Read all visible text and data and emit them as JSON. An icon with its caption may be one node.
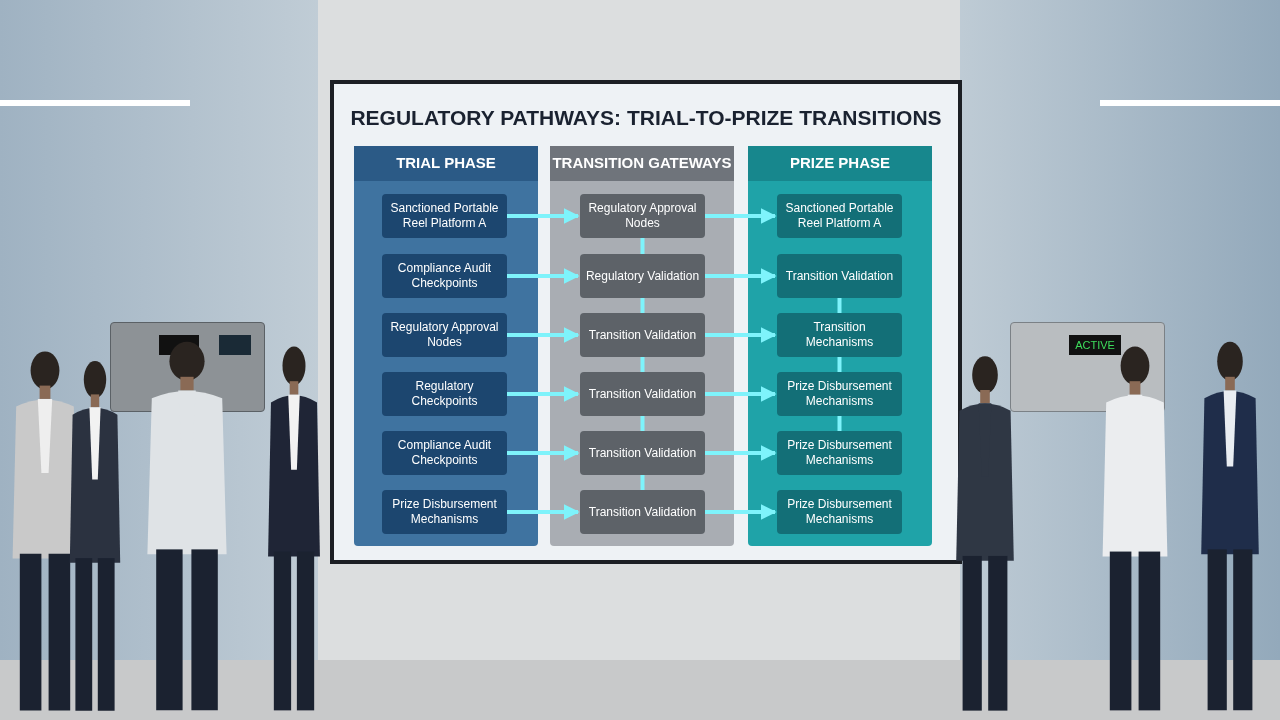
{
  "diagram": {
    "title": "REGULATORY PATHWAYS: TRIAL-TO-PRIZE TRANSITIONS",
    "nodes": [
      {
        "text": [
          "TRIAL PHASE"
        ]
      },
      {
        "text": [
          "Sanctioned Portable Reel Platform A"
        ],
        "in": 0
      },
      {
        "text": [
          "Compliance Audit Checkpoints"
        ],
        "in": 0
      },
      {
        "text": [
          "Regulatory Approval Nodes"
        ],
        "in": 0
      },
      {
        "text": [
          "Regulatory Checkpoints"
        ],
        "in": 0
      },
      {
        "text": [
          "Compliance Audit Checkpoints"
        ],
        "in": 0
      },
      {
        "text": [
          "Prize Disbursement Mechanisms"
        ],
        "in": 0
      },
      {
        "text": [
          "TRANSITION GATEWAYS"
        ]
      },
      {
        "text": [
          "Regulatory Approval Nodes"
        ],
        "in": 7
      },
      {
        "text": [
          "Regulatory Validation"
        ],
        "in": 7
      },
      {
        "text": [
          "Transition Validation"
        ],
        "in": 7
      },
      {
        "text": [
          "Transition Validation"
        ],
        "in": 7
      },
      {
        "text": [
          "Transition Validation"
        ],
        "in": 7
      },
      {
        "text": [
          "Transition Validation"
        ],
        "in": 7
      },
      {
        "text": [
          "PRIZE PHASE"
        ]
      },
      {
        "text": [
          "Sanctioned Portable Reel Platform A"
        ],
        "in": 14
      },
      {
        "text": [
          "Transition Validation"
        ],
        "in": 14
      },
      {
        "text": [
          "Transition Mechanisms"
        ],
        "in": 14
      },
      {
        "text": [
          "Prize Disbursement Mechanisms"
        ],
        "in": 14
      },
      {
        "text": [
          "Prize Disbursement Mechanisms"
        ],
        "in": 14
      },
      {
        "text": [
          "Prize Disbursement Mechanisms"
        ],
        "in": 14
      }
    ],
    "edges": [
      {
        "from": 1,
        "to": 8,
        "arrow": "to"
      },
      {
        "from": 2,
        "to": 9,
        "arrow": "to"
      },
      {
        "from": 3,
        "to": 10,
        "arrow": "to"
      },
      {
        "from": 4,
        "to": 11,
        "arrow": "to"
      },
      {
        "from": 5,
        "to": 12,
        "arrow": "to"
      },
      {
        "from": 6,
        "to": 13,
        "arrow": "to"
      },
      {
        "from": 8,
        "to": 15,
        "arrow": "to"
      },
      {
        "from": 9,
        "to": 16,
        "arrow": "to"
      },
      {
        "from": 10,
        "to": 17,
        "arrow": "to"
      },
      {
        "from": 11,
        "to": 18,
        "arrow": "to"
      },
      {
        "from": 12,
        "to": 19,
        "arrow": "to"
      },
      {
        "from": 13,
        "to": 20,
        "arrow": "to"
      },
      {
        "from": 8,
        "to": 9,
        "arrow": "none"
      },
      {
        "from": 9,
        "to": 10,
        "arrow": "none"
      },
      {
        "from": 10,
        "to": 11,
        "arrow": "none"
      },
      {
        "from": 11,
        "to": 12,
        "arrow": "none"
      },
      {
        "from": 12,
        "to": 13,
        "arrow": "none"
      },
      {
        "from": 16,
        "to": 17,
        "arrow": "none"
      },
      {
        "from": 17,
        "to": 18,
        "arrow": "none"
      },
      {
        "from": 18,
        "to": 19,
        "arrow": "none"
      }
    ],
    "labels": [
      "ACTIVE"
    ]
  }
}
